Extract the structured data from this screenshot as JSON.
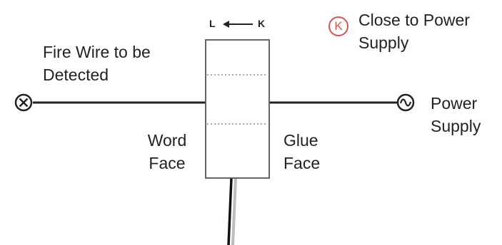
{
  "labels": {
    "fire_wire": "Fire Wire to be\nDetected",
    "close_to_power": "Close to Power\nSupply",
    "power_supply": "Power\nSupply",
    "word_face": "Word\nFace",
    "glue_face": "Glue\nFace",
    "direction_left": "L",
    "direction_right": "K",
    "k_marker": "K"
  },
  "colors": {
    "line": "#222222",
    "box_border": "#555555",
    "dotted": "#8a8a8a",
    "k_marker": "#d9534f",
    "cable_black": "#111111",
    "cable_grey": "#bdbdbd"
  },
  "icons": {
    "left_terminal": "cross-circle-icon",
    "right_terminal": "ac-sine-circle-icon",
    "direction_arrow": "arrow-left-icon",
    "close_marker": "k-circle-icon"
  }
}
